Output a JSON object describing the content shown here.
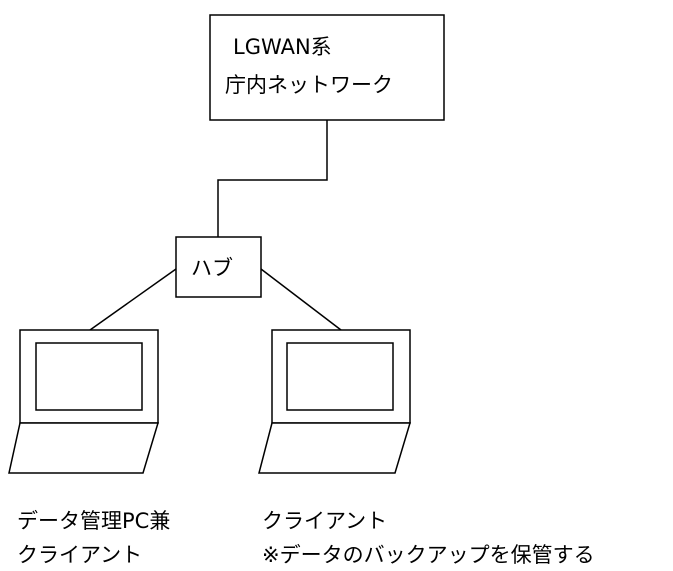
{
  "network_box": {
    "line1": "LGWAN系",
    "line2": "庁内ネットワーク"
  },
  "hub": {
    "label": "ハブ"
  },
  "laptop_left": {
    "caption_line1": "データ管理PC兼",
    "caption_line2": "クライアント"
  },
  "laptop_right": {
    "caption_line1": "クライアント",
    "caption_line2": "※データのバックアップを保管する"
  }
}
